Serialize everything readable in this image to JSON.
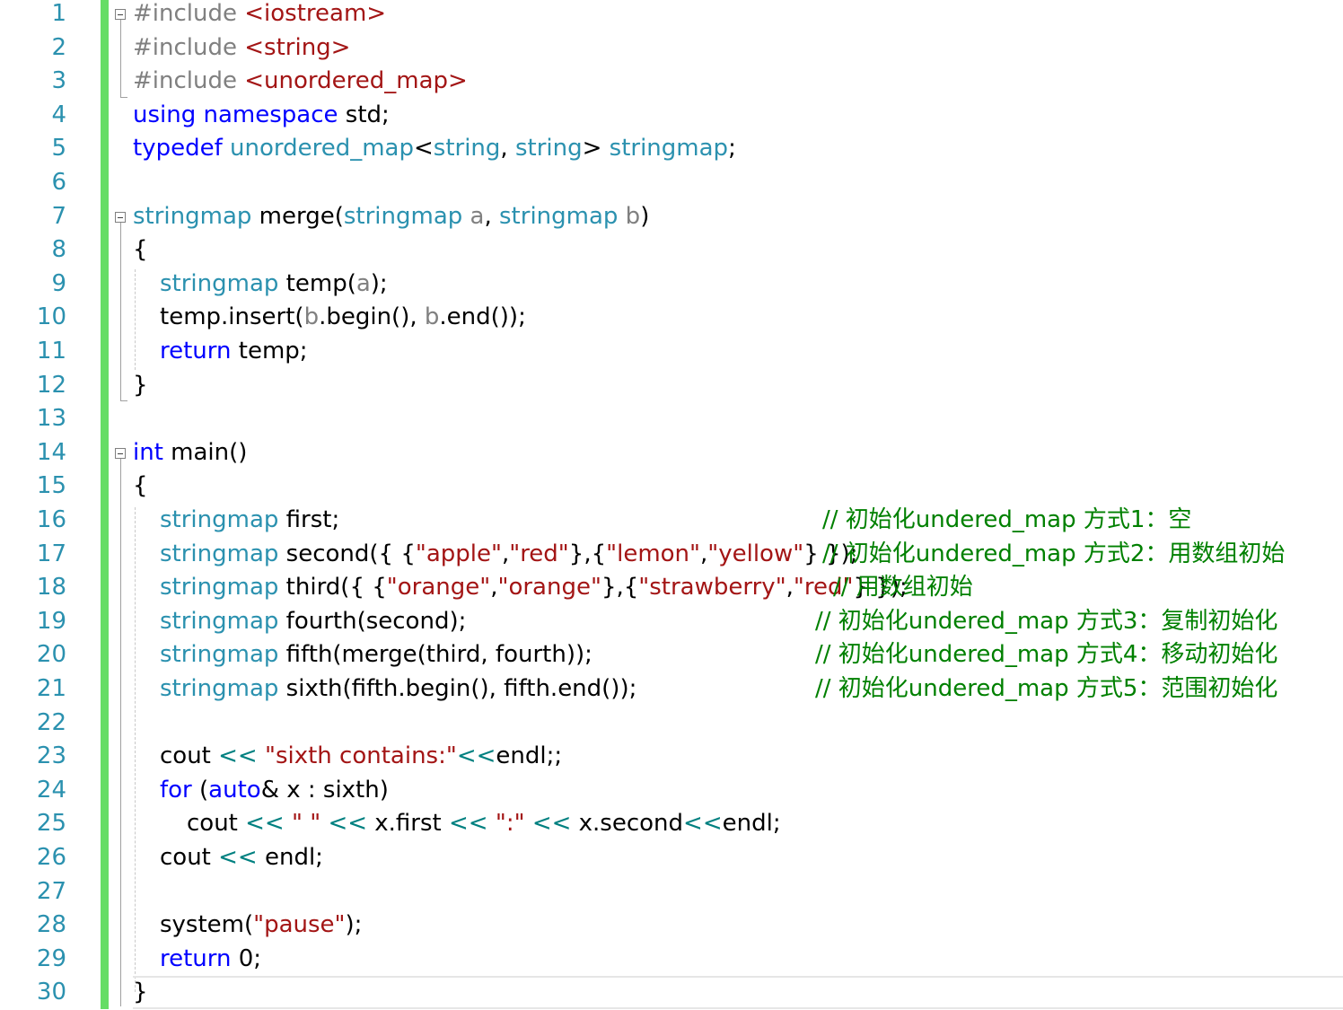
{
  "editor": {
    "line_numbers": [
      "1",
      "2",
      "3",
      "4",
      "5",
      "6",
      "7",
      "8",
      "9",
      "10",
      "11",
      "12",
      "13",
      "14",
      "15",
      "16",
      "17",
      "18",
      "19",
      "20",
      "21",
      "22",
      "23",
      "24",
      "25",
      "26",
      "27",
      "28",
      "29",
      "30"
    ],
    "code": {
      "l1": {
        "pp": "#include ",
        "inc": "<iostream>"
      },
      "l2": {
        "pp": "#include ",
        "inc": "<string>"
      },
      "l3": {
        "pp": "#include ",
        "inc": "<unordered_map>"
      },
      "l4": {
        "kw": "using namespace",
        "rest": " std;"
      },
      "l5": {
        "kw": "typedef",
        "ty1": " unordered_map",
        "p1": "<",
        "ty2": "string",
        "p2": ", ",
        "ty3": "string",
        "p3": "> ",
        "ty4": "stringmap",
        "p4": ";"
      },
      "l7": {
        "ty1": "stringmap",
        "fn": " merge(",
        "ty2": "stringmap",
        "pa": " a",
        "p1": ", ",
        "ty3": "stringmap",
        "pb": " b",
        "p2": ")"
      },
      "l8": {
        "t": "{"
      },
      "l9": {
        "ty": "stringmap",
        "t1": " temp(",
        "pa": "a",
        "t2": ");"
      },
      "l10": {
        "t1": "temp.insert(",
        "pb1": "b",
        "t2": ".begin(), ",
        "pb2": "b",
        "t3": ".end());"
      },
      "l11": {
        "kw": "return",
        "t": " temp;"
      },
      "l12": {
        "t": "}"
      },
      "l14": {
        "kw": "int",
        "t": " main()"
      },
      "l15": {
        "t": "{"
      },
      "l16": {
        "ty": "stringmap",
        "t": " first;"
      },
      "l17": {
        "ty": "stringmap",
        "t1": " second({ {",
        "s1": "\"apple\"",
        "t2": ",",
        "s2": "\"red\"",
        "t3": "},{",
        "s3": "\"lemon\"",
        "t4": ",",
        "s4": "\"yellow\"",
        "t5": "} });"
      },
      "l18": {
        "ty": "stringmap",
        "t1": " third({ {",
        "s1": "\"orange\"",
        "t2": ",",
        "s2": "\"orange\"",
        "t3": "},{",
        "s3": "\"strawberry\"",
        "t4": ",",
        "s4": "\"red\"",
        "t5": "} });"
      },
      "l19": {
        "ty": "stringmap",
        "t": " fourth(second);"
      },
      "l20": {
        "ty": "stringmap",
        "t": " fifth(merge(third, fourth));"
      },
      "l21": {
        "ty": "stringmap",
        "t": " sixth(fifth.begin(), fifth.end());"
      },
      "l23": {
        "t1": "cout ",
        "op1": "<<",
        "t2": " ",
        "s1": "\"sixth contains:\"",
        "op2": "<<",
        "t3": "endl;;"
      },
      "l24": {
        "kw": "for",
        "t1": " (",
        "kw2": "auto",
        "t2": "& x : sixth)"
      },
      "l25": {
        "t1": "cout ",
        "op1": "<<",
        "t2": " ",
        "s1": "\" \"",
        "t3": " ",
        "op2": "<<",
        "t4": " x.first ",
        "op3": "<<",
        "t5": " ",
        "s2": "\":\"",
        "t6": " ",
        "op4": "<<",
        "t7": " x.second",
        "op5": "<<",
        "t8": "endl;"
      },
      "l26": {
        "t1": "cout ",
        "op1": "<<",
        "t2": " endl;"
      },
      "l28": {
        "t1": "system(",
        "s1": "\"pause\"",
        "t2": ");"
      },
      "l29": {
        "kw": "return",
        "t": " 0;"
      },
      "l30": {
        "t": "}"
      }
    },
    "comments": {
      "c16": "// 初始化undered_map 方式1：空",
      "c17": "// 初始化undered_map 方式2：用数组初始",
      "c18": "// 用数组初始",
      "c19": "// 初始化undered_map 方式3：复制初始化",
      "c20": "// 初始化undered_map 方式4：移动初始化",
      "c21": "// 初始化undered_map 方式5：范围初始化"
    }
  },
  "colors": {
    "keyword": "#0000ff",
    "type": "#2b91af",
    "string": "#a31515",
    "comment": "#008000",
    "line_number": "#2b91af",
    "change_bar": "#66dd66"
  }
}
